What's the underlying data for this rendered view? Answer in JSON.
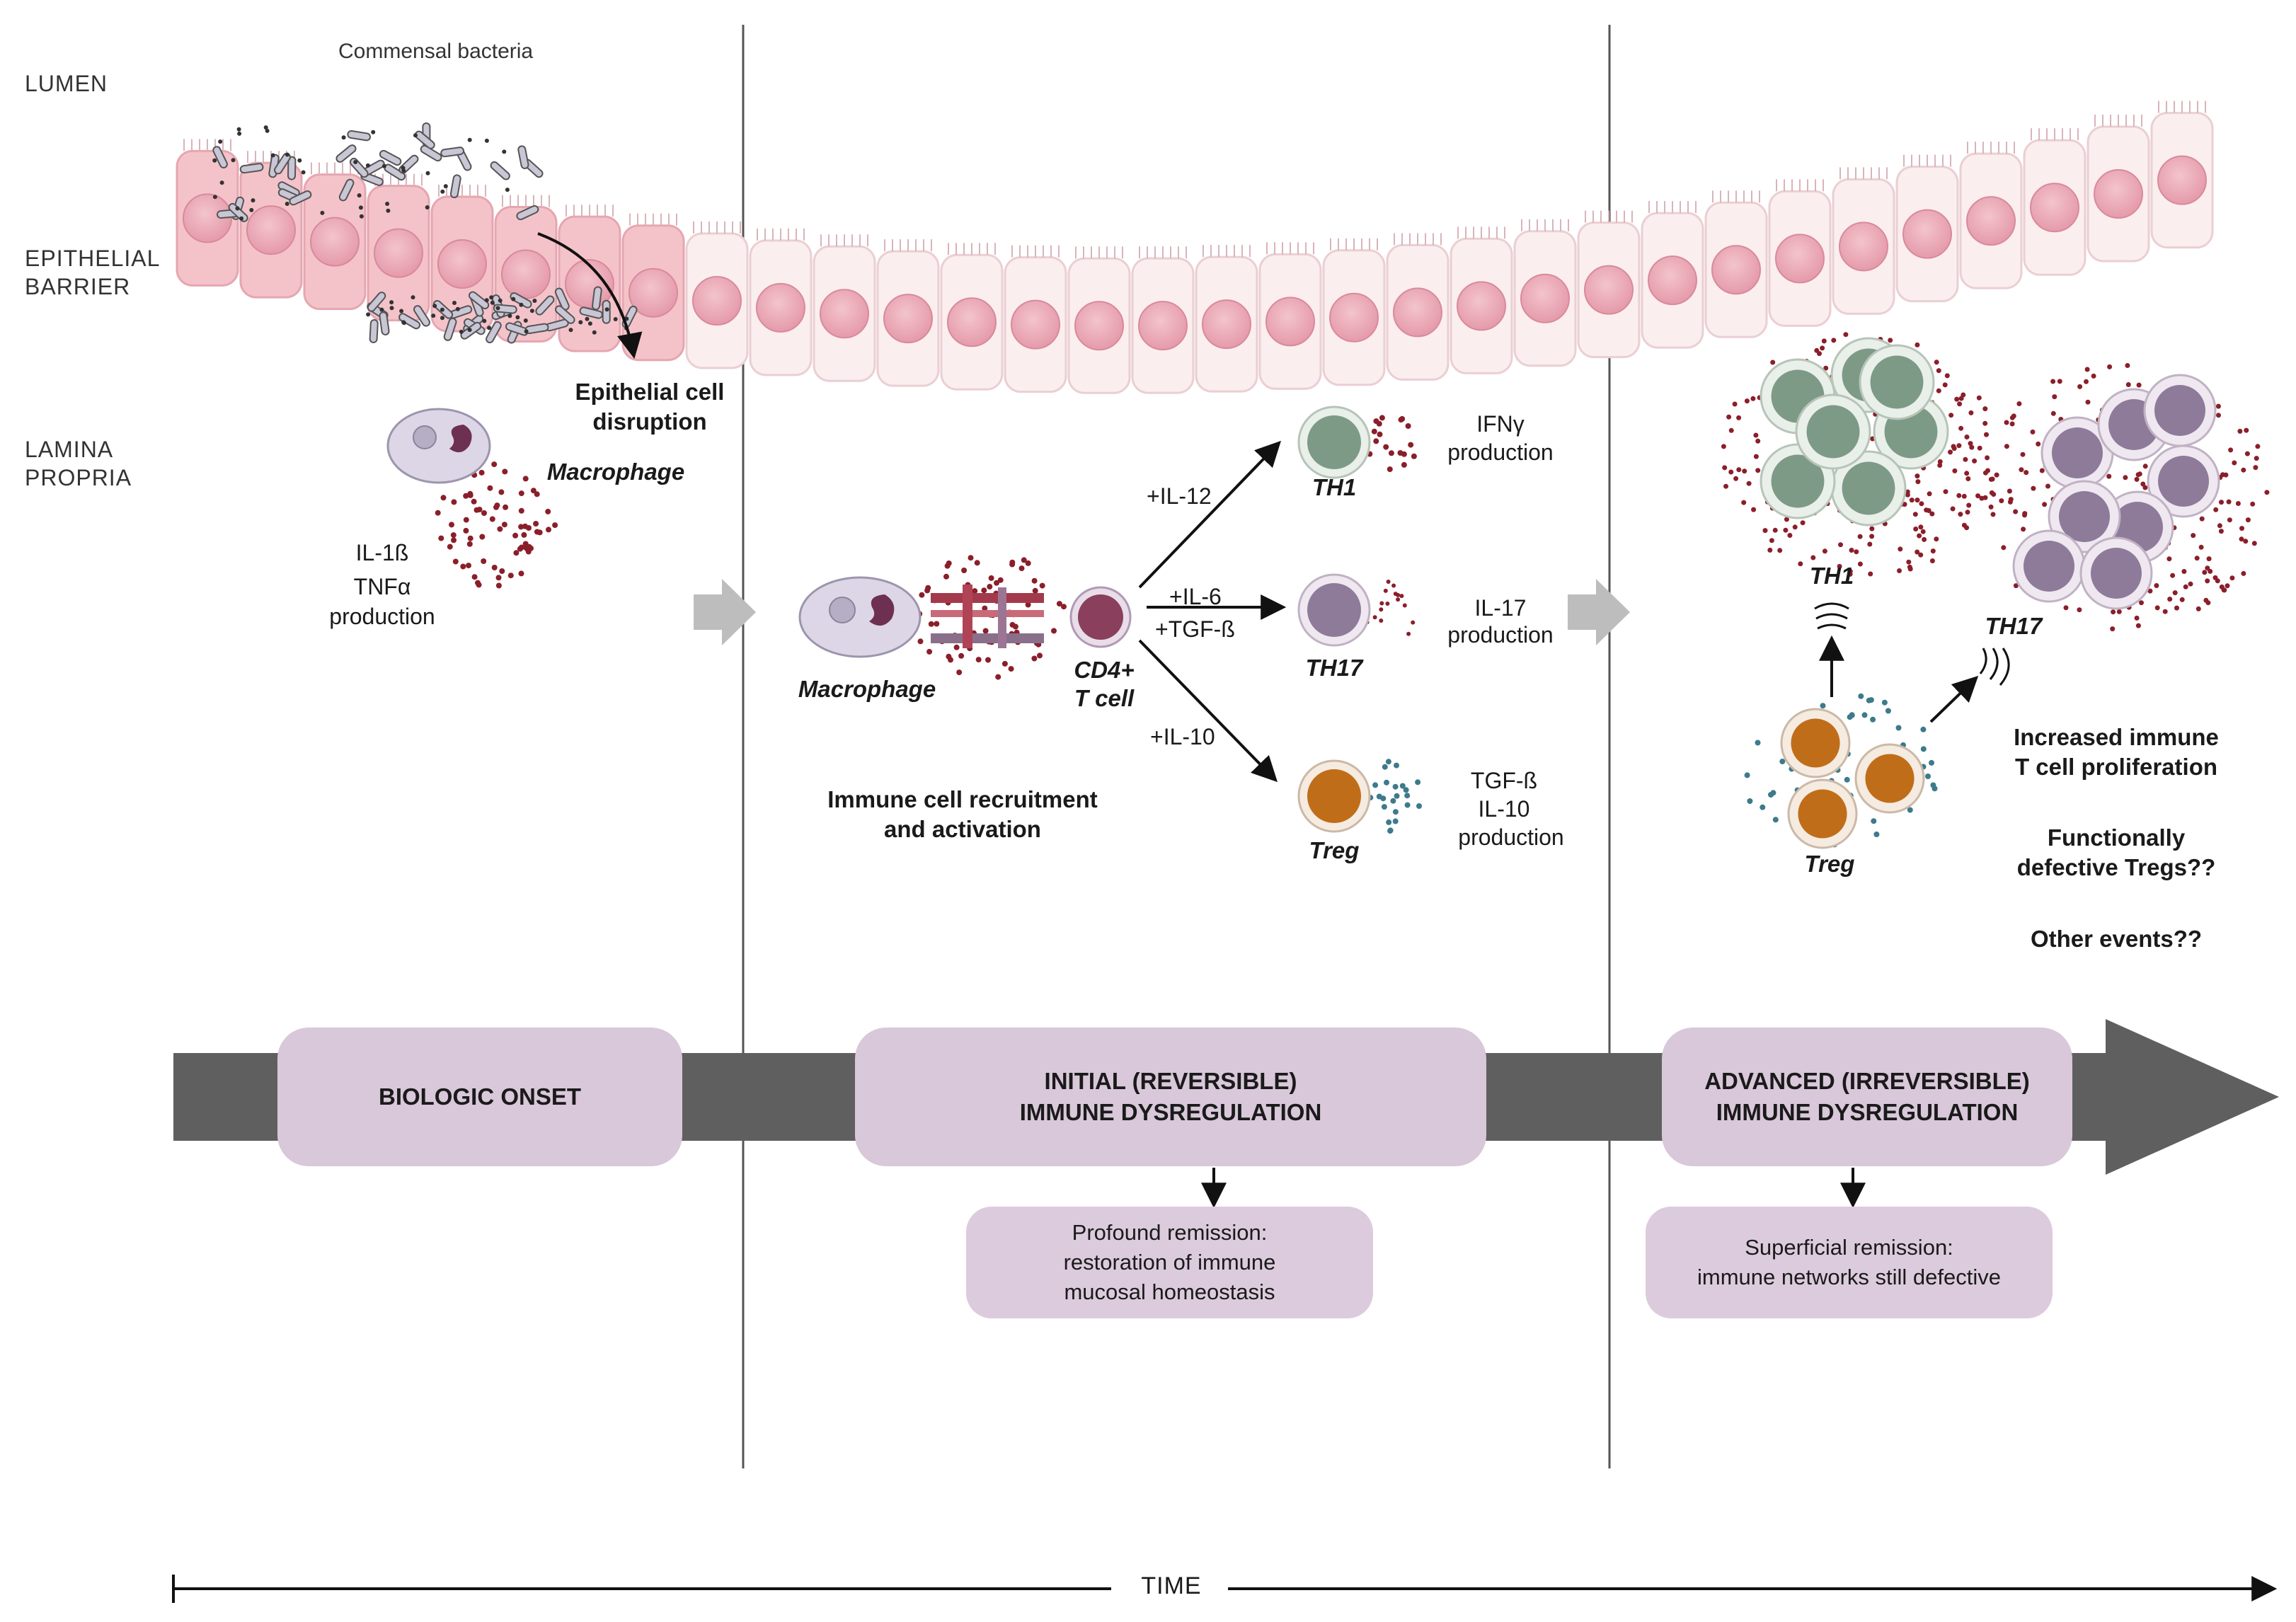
{
  "layers": {
    "lumen": "LUMEN",
    "epithelial_1": "EPITHELIAL",
    "epithelial_2": "BARRIER",
    "lamina_1": "LAMINA",
    "lamina_2": "PROPRIA"
  },
  "stage1": {
    "bacteria_label": "Commensal bacteria",
    "disruption_1": "Epithelial cell",
    "disruption_2": "disruption",
    "macrophage_label": "Macrophage",
    "cytokines_1": "IL-1ß",
    "cytokines_2": "TNFα",
    "cytokines_3": "production"
  },
  "stage2": {
    "macrophage_label": "Macrophage",
    "cd4_1": "CD4+",
    "cd4_2": "T cell",
    "recruitment_1": "Immune cell recruitment",
    "recruitment_2": "and activation",
    "il12": "+IL-12",
    "il6": "+IL-6",
    "tgfb": "+TGF-ß",
    "il10": "+IL-10",
    "th1_label": "TH1",
    "th17_label": "TH17",
    "treg_label": "Treg",
    "ifn_1": "IFNγ",
    "ifn_2": "production",
    "il17_1": "IL-17",
    "il17_2": "production",
    "treg_prod_1": "TGF-ß",
    "treg_prod_2": "IL-10",
    "treg_prod_3": "production"
  },
  "stage3": {
    "th1_label": "TH1",
    "th17_label": "TH17",
    "treg_label": "Treg",
    "note1_1": "Increased immune",
    "note1_2": "T cell proliferation",
    "note2_1": "Functionally",
    "note2_2": "defective Tregs??",
    "note3": "Other events??"
  },
  "timeline": {
    "onset": "BIOLOGIC ONSET",
    "initial_1": "INITIAL (REVERSIBLE)",
    "initial_2": "IMMUNE DYSREGULATION",
    "advanced_1": "ADVANCED (IRREVERSIBLE)",
    "advanced_2": "IMMUNE DYSREGULATION",
    "profound_1": "Profound remission:",
    "profound_2": "restoration of immune",
    "profound_3": "mucosal homeostasis",
    "superficial_1": "Superficial remission:",
    "superficial_2": "immune networks still defective",
    "time": "TIME"
  },
  "colors": {
    "epithelium_inflamed": "#f4c3c9",
    "epithelium_normal": "#fbeeee",
    "nucleus": "#e9a7b3",
    "macrophage": "#dcd6e6",
    "th1": "#7d9a86",
    "th17": "#8e7b9a",
    "treg": "#c06d1a",
    "cd4": "#8a3f5d",
    "cytokine": "#8a1f2a",
    "treg_dot": "#3d7a8c",
    "bar": "#5f5f5f",
    "stage_box": "#d9c7da"
  }
}
